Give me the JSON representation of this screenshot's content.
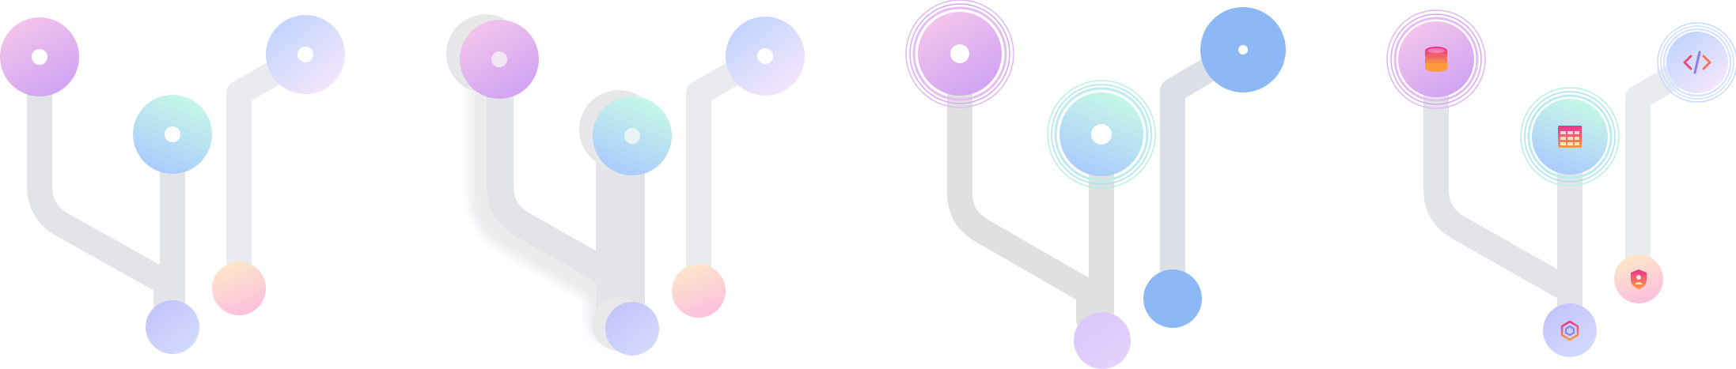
{
  "diagrams": [
    {
      "id": "variant-1",
      "style": "flat",
      "nodes": [
        {
          "id": "top-left",
          "icon": "dot"
        },
        {
          "id": "top-right",
          "icon": "dot"
        },
        {
          "id": "middle",
          "icon": "dot"
        },
        {
          "id": "bottom-peach",
          "icon": "none"
        },
        {
          "id": "bottom-lavender",
          "icon": "none"
        }
      ]
    },
    {
      "id": "variant-2",
      "style": "shadowed",
      "nodes": [
        {
          "id": "top-left",
          "icon": "dot"
        },
        {
          "id": "top-right",
          "icon": "dot"
        },
        {
          "id": "middle",
          "icon": "dot"
        },
        {
          "id": "bottom-peach",
          "icon": "none"
        },
        {
          "id": "bottom-lavender",
          "icon": "none"
        }
      ]
    },
    {
      "id": "variant-3",
      "style": "ringed",
      "nodes": [
        {
          "id": "top-left",
          "icon": "dot"
        },
        {
          "id": "top-right",
          "icon": "dot"
        },
        {
          "id": "middle",
          "icon": "dot"
        },
        {
          "id": "bottom-blue",
          "icon": "none"
        },
        {
          "id": "bottom-lavender",
          "icon": "none"
        }
      ]
    },
    {
      "id": "variant-4",
      "style": "ringed-icons",
      "nodes": [
        {
          "id": "top-left",
          "icon": "database-icon"
        },
        {
          "id": "top-right",
          "icon": "code-icon"
        },
        {
          "id": "middle",
          "icon": "table-icon"
        },
        {
          "id": "bottom-peach",
          "icon": "shield-user-icon"
        },
        {
          "id": "bottom-lavender",
          "icon": "cube-icon"
        }
      ]
    }
  ],
  "colors": {
    "pink": [
      "#f7c6ea",
      "#d7a6f2"
    ],
    "periwinkle": [
      "#bcd4ff",
      "#f3e4fb"
    ],
    "mint": [
      "#bff5e6",
      "#a9c9ff"
    ],
    "peach": [
      "#fde7c8",
      "#fcc4dc"
    ],
    "lavender": [
      "#c6c4f8",
      "#cfd8ff"
    ],
    "solid_blue": "#8cb9f6",
    "track": "#e2e4e8",
    "icon_gradient": [
      "#ff8a3d",
      "#e8338f"
    ]
  }
}
